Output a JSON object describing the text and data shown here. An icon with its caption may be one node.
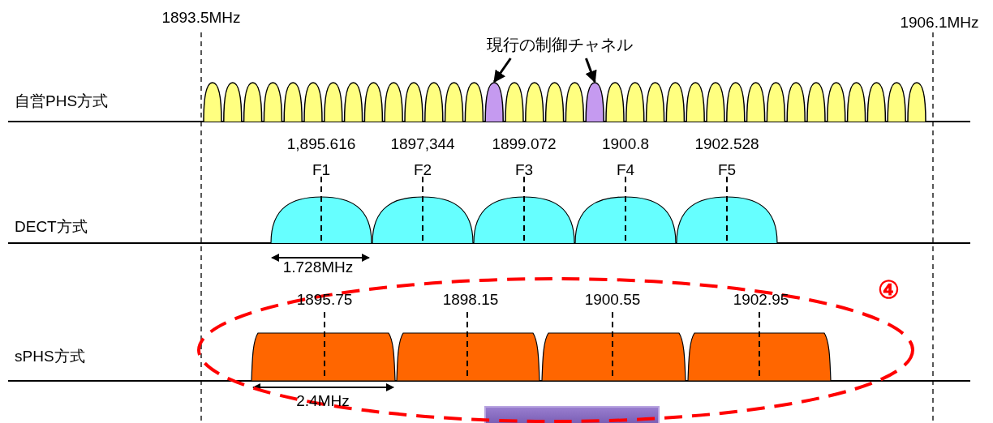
{
  "diagram": {
    "nodes": [
      {
        "text": [
          "現行の制御チャネル"
        ]
      },
      {
        "text": [],
        "shape": "arch"
      },
      {
        "text": [],
        "shape": "arch"
      }
    ],
    "edges": [
      {
        "from": 0,
        "to": 1,
        "arrow": "to"
      },
      {
        "from": 0,
        "to": 2,
        "arrow": "to"
      }
    ],
    "labels": [
      "1893.5MHz",
      "1906.1MHz",
      "自営PHS方式",
      "1,895.616",
      "1897,344",
      "1899.072",
      "1900.8",
      "1902.528",
      "F1",
      "F2",
      "F3",
      "F4",
      "F5",
      "DECT方式",
      "1.728MHz",
      "④",
      "1895.75",
      "1898.15",
      "1900.55",
      "1902.95",
      "sPHS方式",
      "2.4MHz"
    ]
  }
}
